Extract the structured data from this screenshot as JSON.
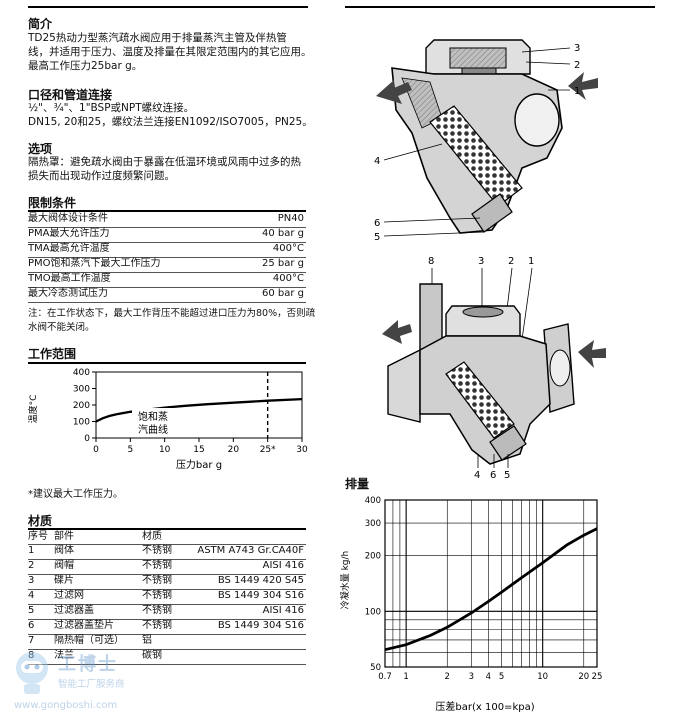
{
  "intro": {
    "heading": "简介",
    "lines": [
      "TD25热动力型蒸汽疏水阀应用于排量蒸汽主管及伴热管",
      "线，并适用于压力、温度及排量在其限定范围内的其它应用。",
      "最高工作压力25bar g。"
    ]
  },
  "connection": {
    "heading": "口径和管道连接",
    "lines": [
      "½\"、¾\"、1\"BSP或NPT螺纹连接。",
      "DN15, 20和25，螺纹法兰连接EN1092/ISO7005，PN25。"
    ]
  },
  "options": {
    "heading": "选项",
    "lines": [
      "隔热罩：避免疏水阀由于暴露在低温环境或风雨中过多的热",
      "损失而出现动作过度频繁问题。"
    ]
  },
  "limits": {
    "heading": "限制条件",
    "rows": [
      {
        "label": "最大阀体设计条件",
        "value": "PN40"
      },
      {
        "label": "PMA最大允许压力",
        "value": "40 bar g"
      },
      {
        "label": "TMA最高允许温度",
        "value": "400°C"
      },
      {
        "label": "PMO饱和蒸汽下最大工作压力",
        "value": "25 bar g"
      },
      {
        "label": "TMO最高工作温度",
        "value": "400°C"
      },
      {
        "label": "最大冷态测试压力",
        "value": "60 bar g"
      }
    ],
    "note_lines": [
      "注：在工作状态下，最大工作背压不能超过进口压力为80%，否则疏",
      "水阀不能关闭。"
    ]
  },
  "operating_range": {
    "heading": "工作范围",
    "curve_label_lines": [
      "饱和蒸",
      "汽曲线"
    ],
    "footnote": "*建议最大工作压力。"
  },
  "materials": {
    "heading": "材质",
    "header": {
      "no": "序号",
      "part": "部件",
      "material": "材质"
    },
    "rows": [
      {
        "no": "1",
        "part": "阀体",
        "material": "不锈钢",
        "spec": "ASTM A743 Gr.CA40F"
      },
      {
        "no": "2",
        "part": "阀帽",
        "material": "不锈钢",
        "spec": "AISI 416"
      },
      {
        "no": "3",
        "part": "碟片",
        "material": "不锈钢",
        "spec": "BS 1449 420 S45"
      },
      {
        "no": "4",
        "part": "过滤网",
        "material": "不锈钢",
        "spec": "BS 1449 304 S16"
      },
      {
        "no": "5",
        "part": "过滤器盖",
        "material": "不锈钢",
        "spec": "AISI 416"
      },
      {
        "no": "6",
        "part": "过滤器盖垫片",
        "material": "不锈钢",
        "spec": "BS 1449 304 S16"
      },
      {
        "no": "7",
        "part": "隔热帽（可选）",
        "material": "铝",
        "spec": ""
      },
      {
        "no": "8",
        "part": "法兰",
        "material": "碳钢",
        "spec": ""
      }
    ]
  },
  "capacity": {
    "heading": "排量"
  },
  "diagram_top": {
    "labels": {
      "c3": "3",
      "c2": "2",
      "c1": "1",
      "c4": "4",
      "c6": "6",
      "c5": "5"
    }
  },
  "diagram_bottom": {
    "labels": {
      "c8": "8",
      "c3": "3",
      "c2": "2",
      "c1": "1",
      "c4": "4",
      "c6": "6",
      "c5": "5"
    }
  },
  "watermark": {
    "brand": "工博士",
    "sub": "智能工厂服务商",
    "url": "www.gongboshi.com"
  },
  "chart_data": [
    {
      "type": "line",
      "title": "",
      "xlabel": "压力bar g",
      "ylabel": "温度°C",
      "xlim": [
        0,
        30
      ],
      "ylim": [
        0,
        400
      ],
      "x_ticks": [
        "0",
        "5",
        "10",
        "15",
        "20",
        "25*",
        "30"
      ],
      "y_ticks": [
        "0",
        "100",
        "200",
        "300",
        "400"
      ],
      "marker_x": 25,
      "series": [
        {
          "name": "饱和蒸汽曲线",
          "x": [
            0,
            1,
            2,
            3,
            5,
            7,
            10,
            13,
            16,
            20,
            25,
            30
          ],
          "y": [
            100,
            120,
            134,
            144,
            159,
            170,
            184,
            195,
            204,
            214,
            226,
            236
          ]
        }
      ]
    },
    {
      "type": "line",
      "title": "",
      "xlabel": "压差bar(x 100=kpa)",
      "ylabel": "冷凝水量 kg/h",
      "x_scale": "log",
      "y_scale": "log",
      "xlim": [
        0.7,
        25
      ],
      "ylim": [
        50,
        400
      ],
      "x_ticks": [
        "0.7",
        "1",
        "2",
        "3",
        "4",
        "5",
        "10",
        "20",
        "25"
      ],
      "y_ticks": [
        "50",
        "100",
        "200",
        "300",
        "400"
      ],
      "series": [
        {
          "name": "",
          "x": [
            0.7,
            1,
            1.5,
            2,
            3,
            4,
            5,
            7,
            10,
            15,
            20,
            25
          ],
          "y": [
            62,
            66,
            74,
            82,
            98,
            113,
            127,
            152,
            183,
            228,
            258,
            280
          ]
        }
      ]
    }
  ]
}
